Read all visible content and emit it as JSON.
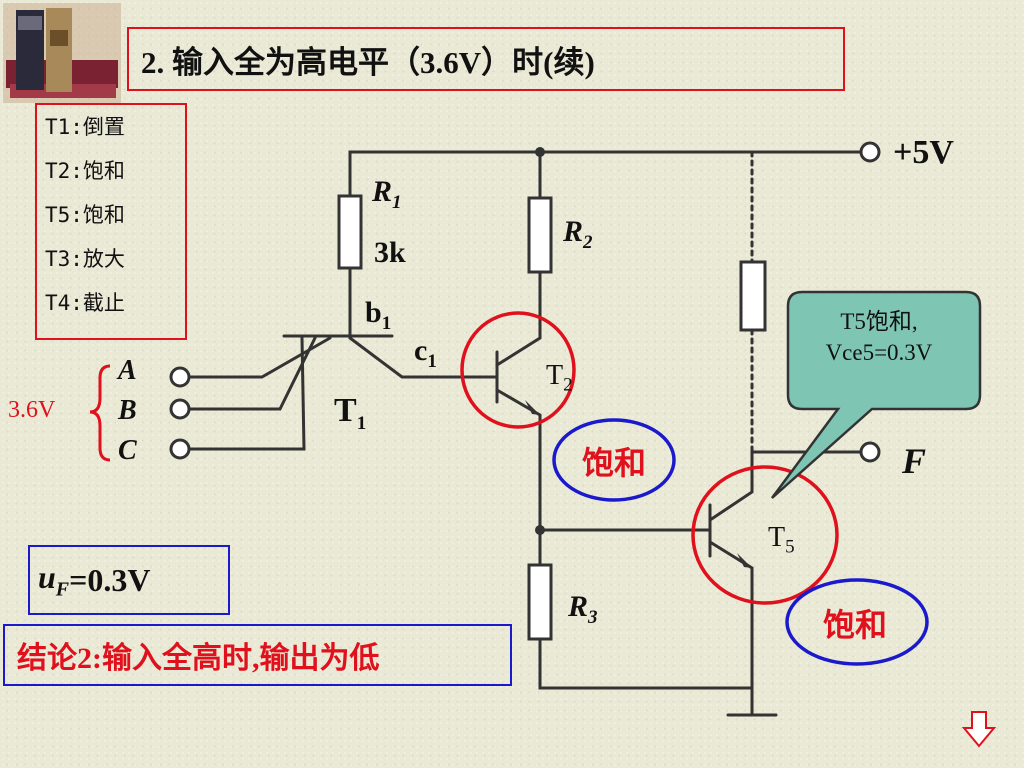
{
  "title": "2. 输入全为高电平（3.6V）时(续)",
  "states": [
    "T1:倒置",
    "T2:饱和",
    "T5:饱和",
    "T3:放大",
    "T4:截止"
  ],
  "supply": "+5V",
  "output_label": "F",
  "inputs": {
    "a": "A",
    "b": "B",
    "c": "C",
    "voltage": "3.6V"
  },
  "resistors": {
    "r1": {
      "name": "R",
      "sub": "1",
      "value": "3k"
    },
    "r2": {
      "name": "R",
      "sub": "2"
    },
    "r3": {
      "name": "R",
      "sub": "3"
    }
  },
  "nodes": {
    "b1": "b",
    "b1_sub": "1",
    "c1": "c",
    "c1_sub": "1"
  },
  "transistors": {
    "t1": {
      "name": "T",
      "sub": "1"
    },
    "t2": {
      "name": "T",
      "sub": "2"
    },
    "t5": {
      "name": "T",
      "sub": "5"
    }
  },
  "saturation_label": "饱和",
  "callout": {
    "line1": "T5饱和,",
    "line2": "Vce5=0.3V"
  },
  "output_voltage": {
    "var": "u",
    "sub": "F",
    "value": "=0.3V"
  },
  "conclusion": "结论2:输入全高时,输出为低"
}
